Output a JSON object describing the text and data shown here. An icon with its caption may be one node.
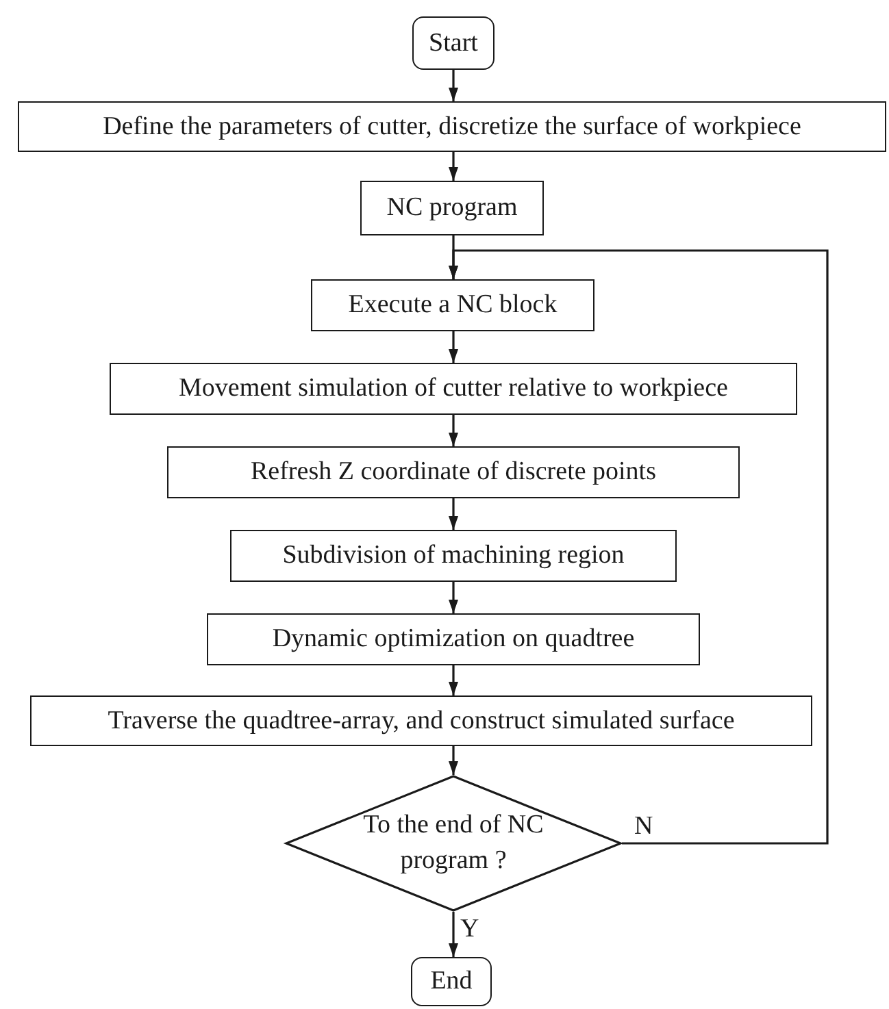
{
  "diagram": {
    "nodes": [
      {
        "text": [
          "Start"
        ]
      },
      {
        "text": [
          "Define the parameters of cutter, discretize the surface of workpiece"
        ]
      },
      {
        "text": [
          "NC program"
        ]
      },
      {
        "text": [
          "Execute a NC block"
        ]
      },
      {
        "text": [
          "Movement simulation of cutter relative to workpiece"
        ]
      },
      {
        "text": [
          "Refresh Z coordinate of discrete points"
        ]
      },
      {
        "text": [
          "Subdivision of machining region"
        ]
      },
      {
        "text": [
          "Dynamic optimization on quadtree"
        ]
      },
      {
        "text": [
          "Traverse the quadtree-array, and construct simulated surface"
        ]
      },
      {
        "text": [
          "To the end of NC program ?"
        ]
      },
      {
        "text": [
          "End"
        ]
      }
    ],
    "edges": [
      {
        "from": 0,
        "to": 1,
        "arrow": "to"
      },
      {
        "from": 1,
        "to": 2,
        "arrow": "to"
      },
      {
        "from": 2,
        "to": 3,
        "arrow": "to"
      },
      {
        "from": 3,
        "to": 4,
        "arrow": "to"
      },
      {
        "from": 4,
        "to": 5,
        "arrow": "to"
      },
      {
        "from": 5,
        "to": 6,
        "arrow": "to"
      },
      {
        "from": 6,
        "to": 7,
        "arrow": "to"
      },
      {
        "from": 7,
        "to": 8,
        "arrow": "to"
      },
      {
        "from": 8,
        "to": 9,
        "arrow": "to"
      },
      {
        "from": 9,
        "to": 10,
        "arrow": "to",
        "label": "Y"
      },
      {
        "from": 9,
        "to": 3,
        "arrow": "to",
        "label": "N"
      }
    ]
  }
}
